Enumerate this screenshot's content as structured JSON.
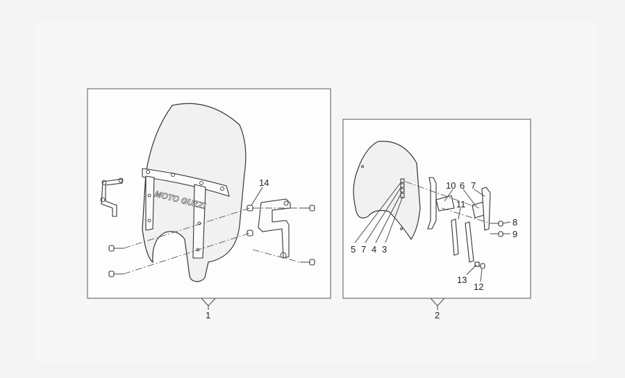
{
  "diagram": {
    "kit_labels": [
      "1",
      "2"
    ],
    "left_panel": {
      "logo_text": "MOTO GUZZI",
      "callouts": [
        "14"
      ]
    },
    "right_panel": {
      "callouts": [
        "5",
        "7",
        "4",
        "3",
        "10",
        "6",
        "7",
        "11",
        "8",
        "9",
        "13",
        "12"
      ]
    }
  }
}
